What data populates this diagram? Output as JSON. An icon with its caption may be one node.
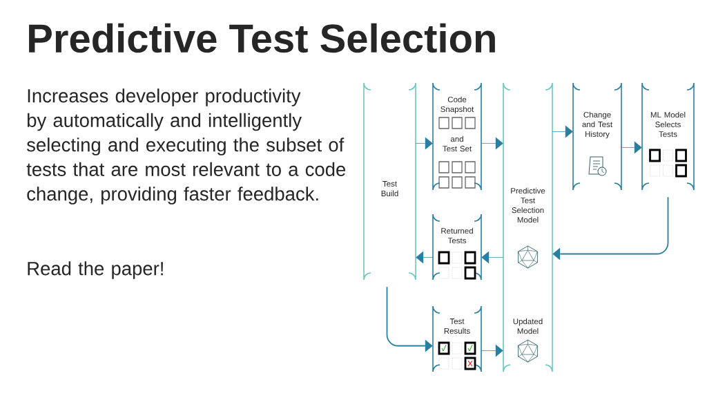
{
  "diagram": {
    "title": "Predictive Test Selection",
    "nodes": [
      {
        "text": [
          "Test Build"
        ]
      },
      {
        "text": [
          "Code Snapshot",
          "and Test Set"
        ]
      },
      {
        "text": [
          "Predictive Test Selection Model",
          "Updated Model"
        ]
      },
      {
        "text": [
          "Change and Test History"
        ]
      },
      {
        "text": [
          "ML Model Selects Tests"
        ]
      },
      {
        "text": [
          "Returned Tests"
        ]
      },
      {
        "text": [
          "Test Results"
        ]
      }
    ],
    "edges": [
      {
        "from": 0,
        "to": 1,
        "arrow": "to"
      },
      {
        "from": 1,
        "to": 2,
        "arrow": "to"
      },
      {
        "from": 2,
        "to": 3,
        "arrow": "to"
      },
      {
        "from": 3,
        "to": 4,
        "arrow": "to"
      },
      {
        "from": 4,
        "to": 2,
        "arrow": "to"
      },
      {
        "from": 2,
        "to": 5,
        "arrow": "to"
      },
      {
        "from": 5,
        "to": 0,
        "arrow": "to"
      },
      {
        "from": 0,
        "to": 6,
        "arrow": "to"
      },
      {
        "from": 6,
        "to": 2,
        "arrow": "to"
      }
    ],
    "labels": [
      "Increases developer productivity by automatically and intelligently selecting and executing the subset of tests that are most relevant to a code change, providing faster feedback.",
      "Read the paper!"
    ]
  }
}
